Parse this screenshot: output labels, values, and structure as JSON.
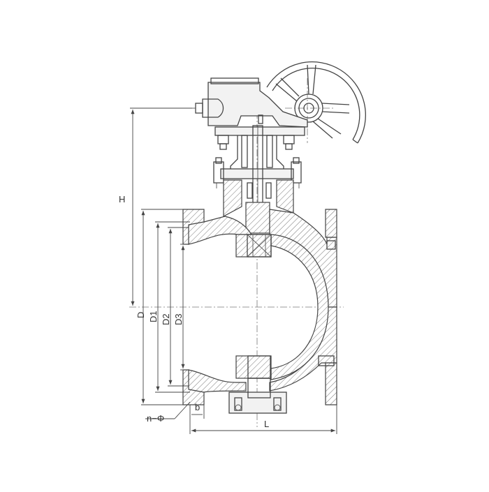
{
  "drawing": {
    "title": "",
    "part": "Eccentric plug valve with worm gear operator (section view)"
  },
  "dimensions": {
    "height_label": "H",
    "d_label": "D",
    "d1_label": "D1",
    "d2_label": "D2",
    "d3_label": "D3",
    "b_label": "b",
    "bolt_holes_label": "n−Φ",
    "length_label": "L"
  }
}
